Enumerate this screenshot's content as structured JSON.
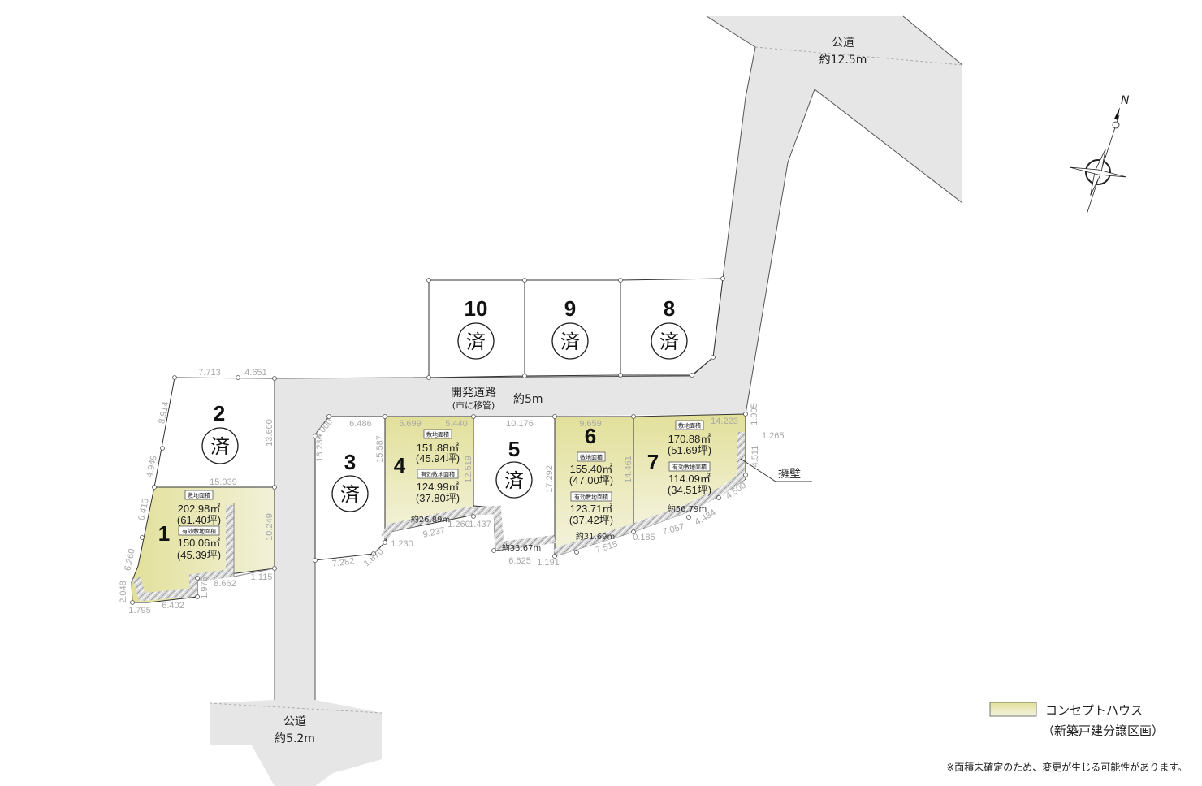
{
  "roads": {
    "top_public": {
      "name": "公道",
      "width": "約12.5m"
    },
    "bottom_public": {
      "name": "公道",
      "width": "約5.2m"
    },
    "development": {
      "name": "開発道路",
      "note": "(市に移管)",
      "width": "約5m"
    }
  },
  "retaining_wall_label": "擁壁",
  "compass": {
    "label": "N"
  },
  "sold_mark": "済",
  "tags": {
    "site_area": "敷地面積",
    "effective_area": "有効敷地面積"
  },
  "lots": [
    {
      "number": "1",
      "status": "concept",
      "site_area": "202.98㎡",
      "site_tsubo": "(61.40坪)",
      "effective_area": "150.06㎡",
      "effective_tsubo": "(45.39坪)"
    },
    {
      "number": "2",
      "status": "sold"
    },
    {
      "number": "3",
      "status": "sold"
    },
    {
      "number": "4",
      "status": "concept",
      "site_area": "151.88㎡",
      "site_tsubo": "(45.94坪)",
      "effective_area": "124.99㎡",
      "effective_tsubo": "(37.80坪)"
    },
    {
      "number": "5",
      "status": "sold"
    },
    {
      "number": "6",
      "status": "concept",
      "site_area": "155.40㎡",
      "site_tsubo": "(47.00坪)",
      "effective_area": "123.71㎡",
      "effective_tsubo": "(37.42坪)"
    },
    {
      "number": "7",
      "status": "concept",
      "site_area": "170.88㎡",
      "site_tsubo": "(51.69坪)",
      "effective_area": "114.09㎡",
      "effective_tsubo": "(34.51坪)"
    },
    {
      "number": "8",
      "status": "sold"
    },
    {
      "number": "9",
      "status": "sold"
    },
    {
      "number": "10",
      "status": "sold"
    }
  ],
  "dims": [
    "7.713",
    "4.651",
    "8.914",
    "4.949",
    "13.600",
    "15.039",
    "6.413",
    "10.249",
    "6.260",
    "2.048",
    "1.795",
    "6.402",
    "1.976",
    "8.662",
    "1.115",
    "3.000",
    "6.486",
    "16.236",
    "15.587",
    "7.282",
    "1.870",
    "1.230",
    "5.699",
    "5.440",
    "12.519",
    "9.237",
    "1.260",
    "1.437",
    "10.176",
    "17.292",
    "6.625",
    "1.191",
    "9.659",
    "14.461",
    "7.515",
    "14.223",
    "1.905",
    "1.265",
    "4.511",
    "0.185",
    "7.057",
    "4.434",
    "4.500"
  ],
  "wall_lengths": [
    "約26.89m",
    "約33.67m",
    "約31.69m",
    "約56.79m"
  ],
  "legend": {
    "label": "コンセプトハウス",
    "sublabel": "（新築戸建分譲区画）",
    "color": "#e4e2a0"
  },
  "footnote": "※面積未確定のため、変更が生じる可能性があります。",
  "colors": {
    "road": "#e6e6e6",
    "concept_lot": "#e4e2a0",
    "wall": "#bdbdbd"
  }
}
